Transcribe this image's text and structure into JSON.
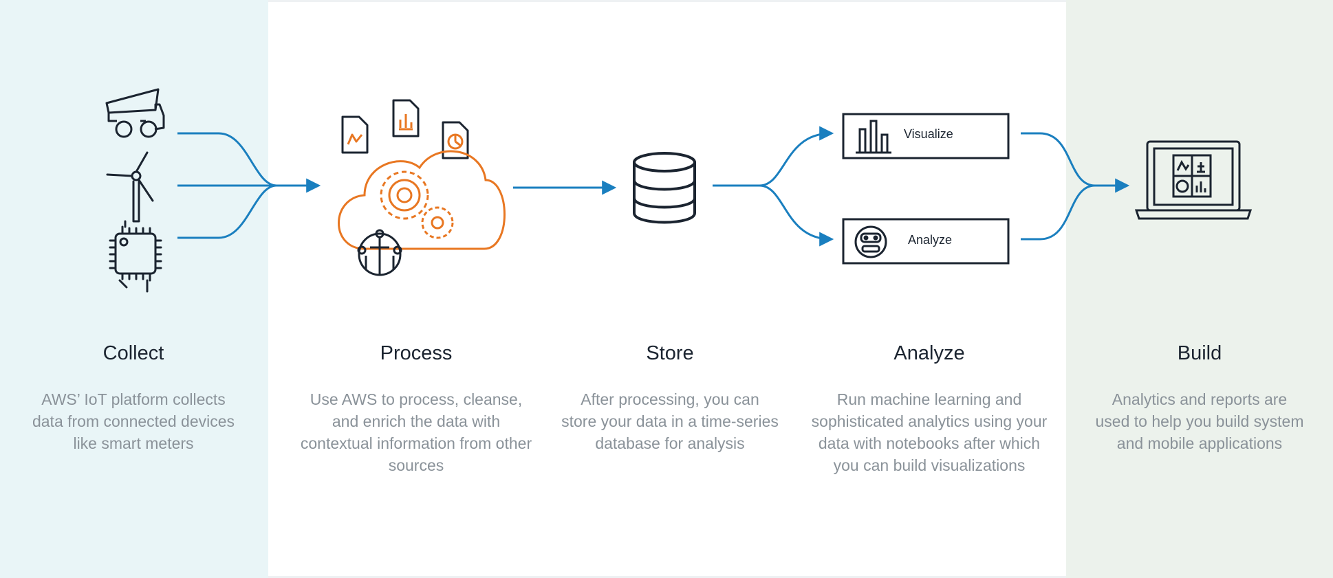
{
  "columns": [
    {
      "title": "Collect",
      "description": "AWS’ IoT platform collects data from connected devices like smart meters"
    },
    {
      "title": "Process",
      "description": "Use AWS to process, cleanse, and enrich the data with contextual information from other sources"
    },
    {
      "title": "Store",
      "description": "After processing, you can store your data in a time-series database for analysis"
    },
    {
      "title": "Analyze",
      "description": "Run machine learning and sophisticated analytics using your data with notebooks after which you can build visualizations"
    },
    {
      "title": "Build",
      "description": "Analytics and reports are used to help you build system and mobile applications"
    }
  ],
  "analyze_boxes": {
    "visualize": "Visualize",
    "analyze": "Analyze"
  },
  "colors": {
    "arrow": "#1a7fbf",
    "ink": "#1b2430",
    "accent": "#e87722",
    "muted": "#8a9299"
  },
  "icons": [
    "dump-truck-icon",
    "wind-turbine-icon",
    "chip-icon",
    "document-chart-icon",
    "cloud-gears-icon",
    "database-icon",
    "bar-chart-icon",
    "robot-head-icon",
    "laptop-dashboard-icon"
  ]
}
